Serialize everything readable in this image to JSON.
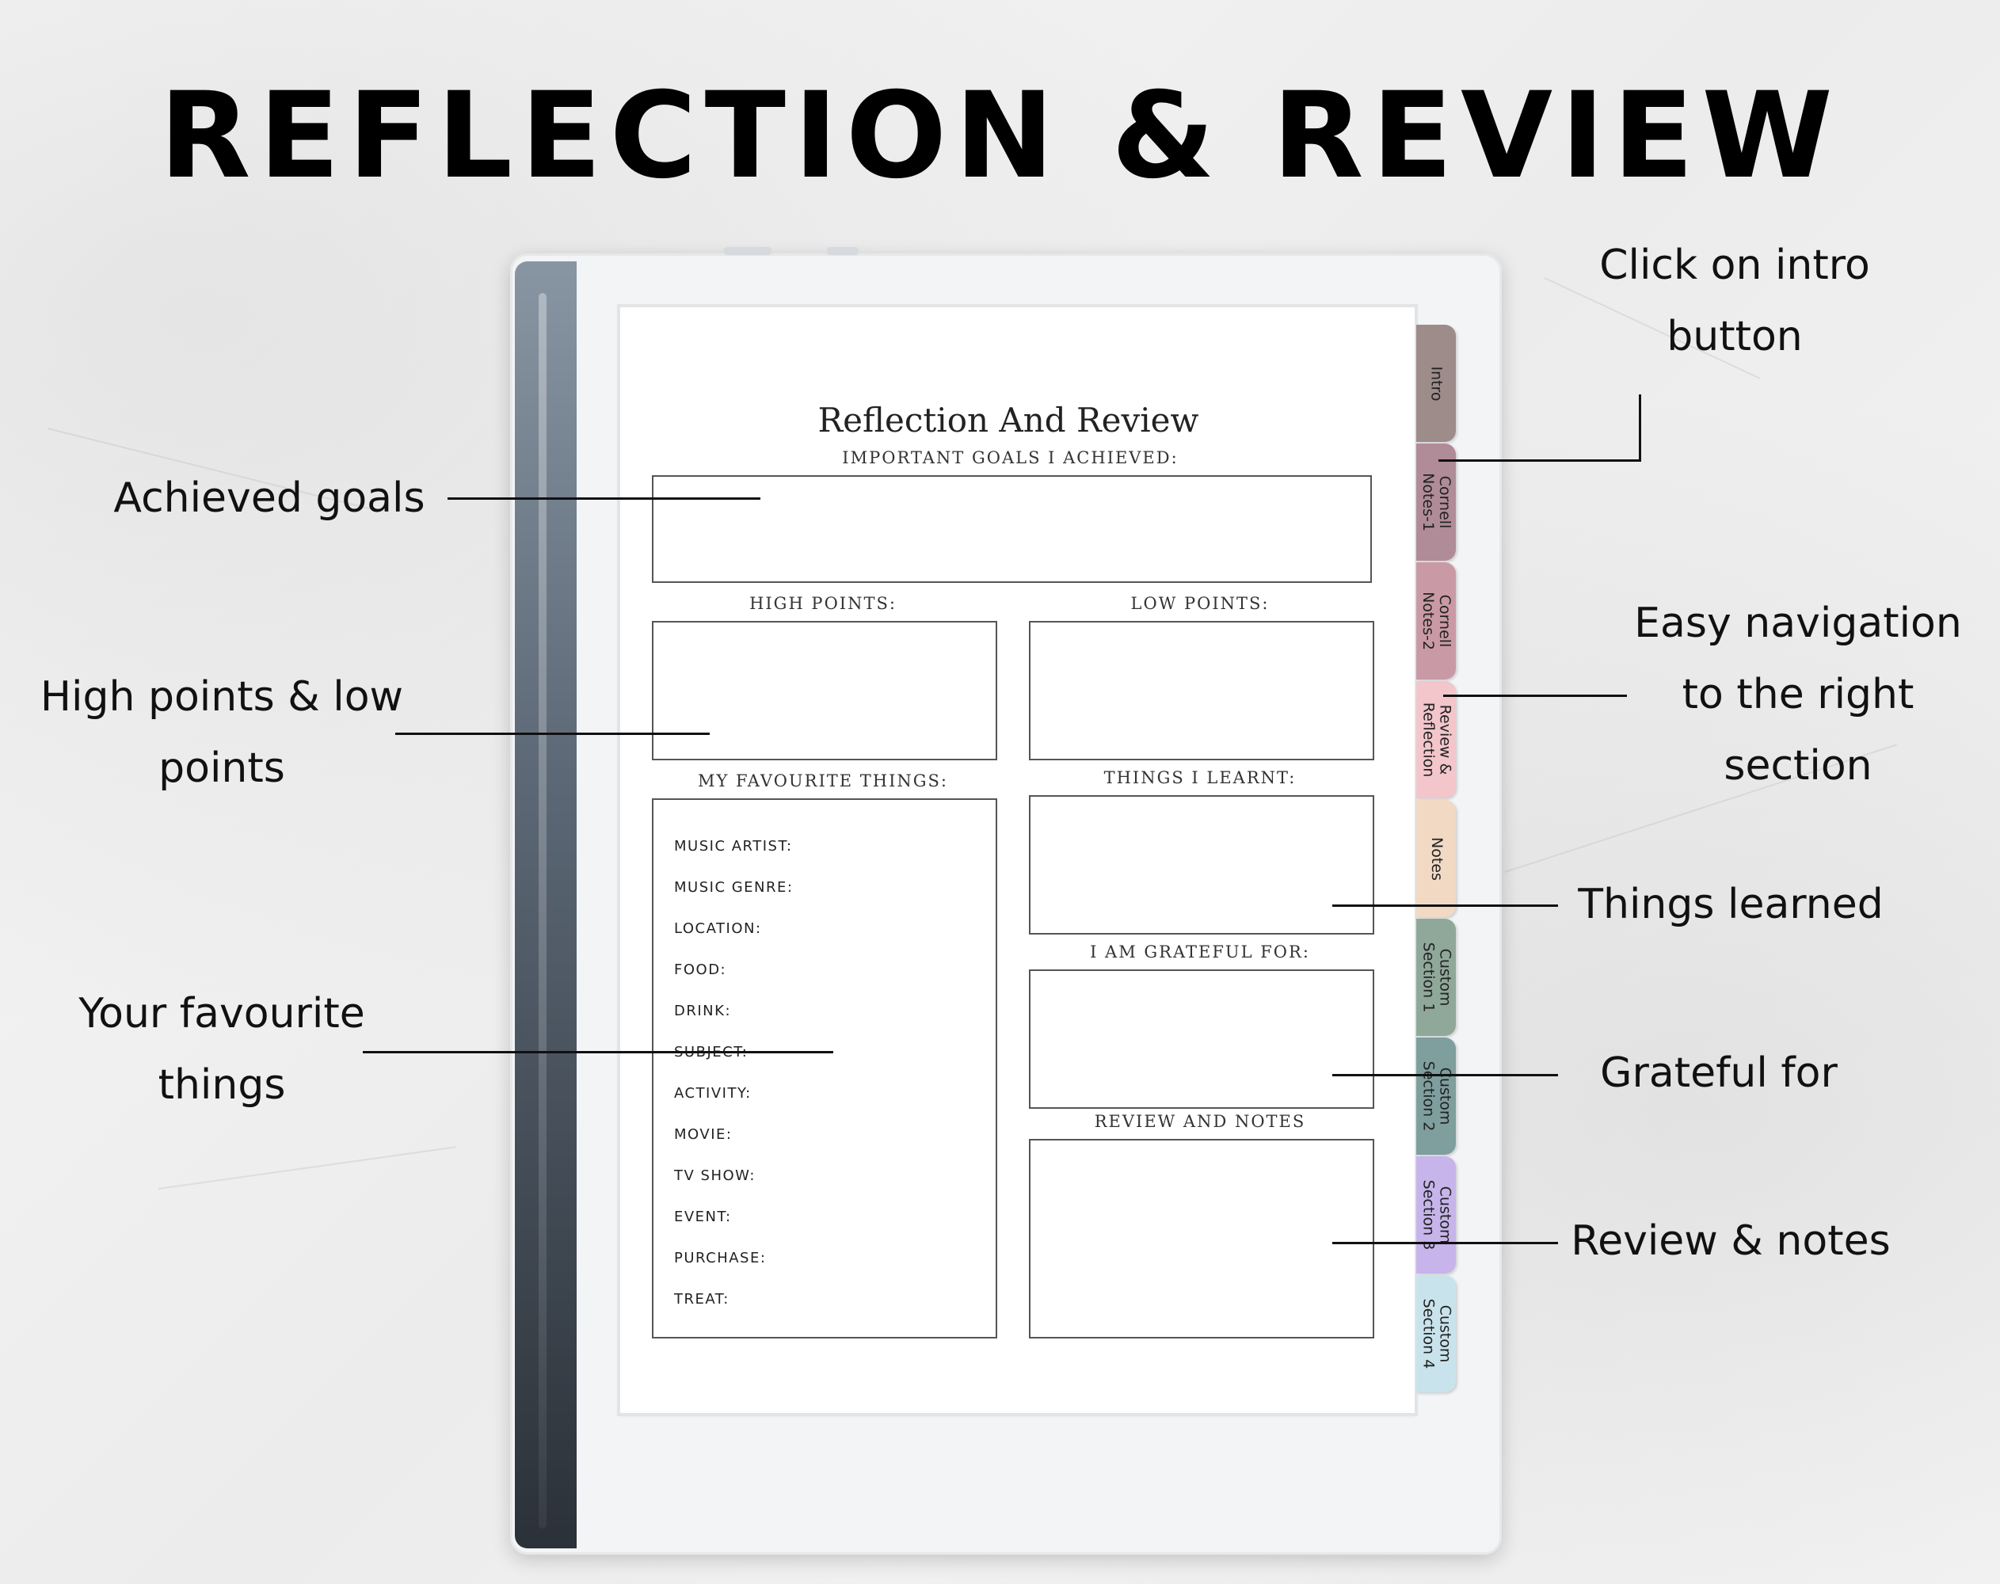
{
  "headline": "REFLECTION & REVIEW",
  "page": {
    "title": "Reflection And Review",
    "sections": {
      "goals": "IMPORTANT GOALS I ACHIEVED:",
      "high": "HIGH POINTS:",
      "low": "LOW POINTS:",
      "favourites": "MY FAVOURITE THINGS:",
      "learnt": "THINGS I LEARNT:",
      "grateful": "I AM GRATEFUL FOR:",
      "review": "REVIEW AND NOTES"
    },
    "favourites": [
      "MUSIC ARTIST:",
      "MUSIC GENRE:",
      "LOCATION:",
      "FOOD:",
      "DRINK:",
      "SUBJECT:",
      "ACTIVITY:",
      "MOVIE:",
      "TV SHOW:",
      "EVENT:",
      "PURCHASE:",
      "TREAT:"
    ]
  },
  "tabs": [
    {
      "label": "Intro",
      "color": "#9d8c8a"
    },
    {
      "label": "Cornell\nNotes-1",
      "color": "#b08c98"
    },
    {
      "label": "Cornell\nNotes-2",
      "color": "#c99aa5"
    },
    {
      "label": "Review &\nReflection",
      "color": "#f2c6cb"
    },
    {
      "label": "Notes",
      "color": "#f1d9c4"
    },
    {
      "label": "Custom\nSection 1",
      "color": "#8fa89a"
    },
    {
      "label": "Custom\nSection 2",
      "color": "#7f9e9e"
    },
    {
      "label": "Custom\nSection 3",
      "color": "#c6b4ea"
    },
    {
      "label": "Custom\nSection 4",
      "color": "#c9e3ec"
    }
  ],
  "annotations": {
    "intro": "Click on intro\nbutton",
    "navigation": "Easy navigation\nto the right\nsection",
    "goals": "Achieved goals",
    "highlow": "High points & low\npoints",
    "favourites": "Your favourite\nthings",
    "learned": "Things learned",
    "grateful": "Grateful for",
    "review": "Review & notes"
  }
}
